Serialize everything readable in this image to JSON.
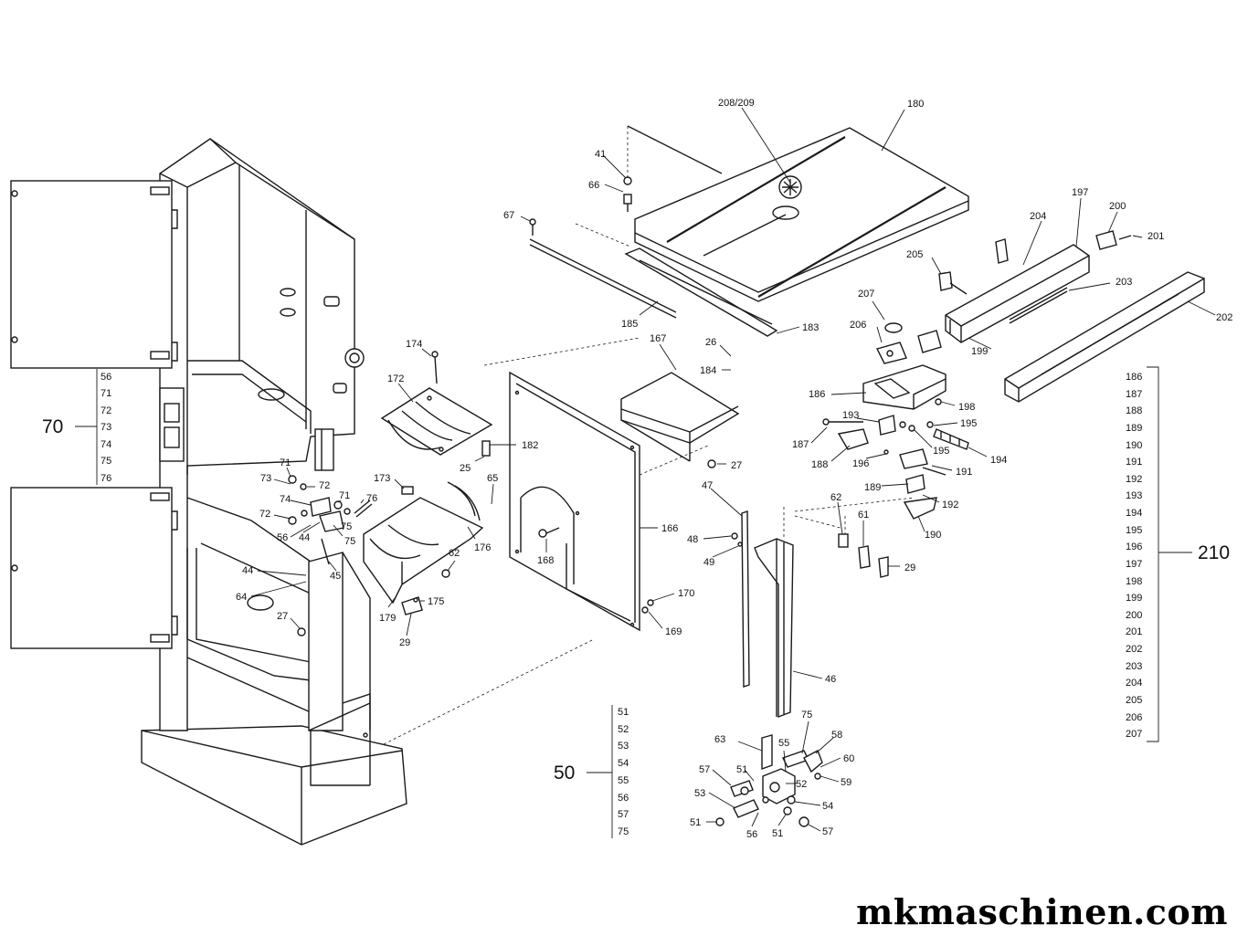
{
  "watermark": "mkmaschinen.com",
  "labels": [
    {
      "id": "l1",
      "text": "208/209"
    },
    {
      "id": "l2",
      "text": "180"
    },
    {
      "id": "l3",
      "text": "41"
    },
    {
      "id": "l4",
      "text": "66"
    },
    {
      "id": "l5",
      "text": "67"
    },
    {
      "id": "l6",
      "text": "185"
    },
    {
      "id": "l7",
      "text": "183"
    },
    {
      "id": "l8",
      "text": "26"
    },
    {
      "id": "l9",
      "text": "184"
    },
    {
      "id": "l10",
      "text": "197"
    },
    {
      "id": "l11",
      "text": "204"
    },
    {
      "id": "l12",
      "text": "200"
    },
    {
      "id": "l13",
      "text": "201"
    },
    {
      "id": "l14",
      "text": "205"
    },
    {
      "id": "l15",
      "text": "203"
    },
    {
      "id": "l16",
      "text": "202"
    },
    {
      "id": "l17",
      "text": "207"
    },
    {
      "id": "l18",
      "text": "206"
    },
    {
      "id": "l19",
      "text": "199"
    },
    {
      "id": "l20",
      "text": "186"
    },
    {
      "id": "l21",
      "text": "198"
    },
    {
      "id": "l22",
      "text": "193"
    },
    {
      "id": "l23",
      "text": "195"
    },
    {
      "id": "l24",
      "text": "187"
    },
    {
      "id": "l25",
      "text": "188"
    },
    {
      "id": "l26",
      "text": "196"
    },
    {
      "id": "l27",
      "text": "195"
    },
    {
      "id": "l28",
      "text": "194"
    },
    {
      "id": "l29",
      "text": "191"
    },
    {
      "id": "l30",
      "text": "189"
    },
    {
      "id": "l31",
      "text": "192"
    },
    {
      "id": "l32",
      "text": "190"
    },
    {
      "id": "l33",
      "text": "62"
    },
    {
      "id": "l34",
      "text": "61"
    },
    {
      "id": "l35",
      "text": "29"
    },
    {
      "id": "l36",
      "text": "167"
    },
    {
      "id": "l37",
      "text": "27"
    },
    {
      "id": "l38",
      "text": "47"
    },
    {
      "id": "l39",
      "text": "48"
    },
    {
      "id": "l40",
      "text": "49"
    },
    {
      "id": "l41",
      "text": "166"
    },
    {
      "id": "l42",
      "text": "168"
    },
    {
      "id": "l43",
      "text": "170"
    },
    {
      "id": "l44",
      "text": "169"
    },
    {
      "id": "l45",
      "text": "46"
    },
    {
      "id": "l46",
      "text": "174"
    },
    {
      "id": "l47",
      "text": "172"
    },
    {
      "id": "l48",
      "text": "182"
    },
    {
      "id": "l49",
      "text": "25"
    },
    {
      "id": "l50",
      "text": "173"
    },
    {
      "id": "l51",
      "text": "65"
    },
    {
      "id": "l52",
      "text": "176"
    },
    {
      "id": "l53",
      "text": "62"
    },
    {
      "id": "l54",
      "text": "175"
    },
    {
      "id": "l55",
      "text": "179"
    },
    {
      "id": "l56",
      "text": "29"
    },
    {
      "id": "l57",
      "text": "71"
    },
    {
      "id": "l58",
      "text": "73"
    },
    {
      "id": "l59",
      "text": "72"
    },
    {
      "id": "l60",
      "text": "71"
    },
    {
      "id": "l61",
      "text": "76"
    },
    {
      "id": "l62",
      "text": "74"
    },
    {
      "id": "l63",
      "text": "72"
    },
    {
      "id": "l64",
      "text": "56"
    },
    {
      "id": "l65",
      "text": "44"
    },
    {
      "id": "l66",
      "text": "75"
    },
    {
      "id": "l67",
      "text": "75"
    },
    {
      "id": "l68",
      "text": "45"
    },
    {
      "id": "l69",
      "text": "44"
    },
    {
      "id": "l70",
      "text": "64"
    },
    {
      "id": "l71",
      "text": "27"
    },
    {
      "id": "l72",
      "text": "63"
    },
    {
      "id": "l73",
      "text": "75"
    },
    {
      "id": "l74",
      "text": "58"
    },
    {
      "id": "l75",
      "text": "55"
    },
    {
      "id": "l76",
      "text": "60"
    },
    {
      "id": "l77",
      "text": "57"
    },
    {
      "id": "l78",
      "text": "51"
    },
    {
      "id": "l79",
      "text": "52"
    },
    {
      "id": "l80",
      "text": "59"
    },
    {
      "id": "l81",
      "text": "53"
    },
    {
      "id": "l82",
      "text": "54"
    },
    {
      "id": "l83",
      "text": "51"
    },
    {
      "id": "l84",
      "text": "56"
    },
    {
      "id": "l85",
      "text": "51"
    },
    {
      "id": "l86",
      "text": "57"
    }
  ],
  "groups": {
    "g70": {
      "number": "70",
      "items": [
        "56",
        "71",
        "72",
        "73",
        "74",
        "75",
        "76"
      ]
    },
    "g50": {
      "number": "50",
      "items": [
        "51",
        "52",
        "53",
        "54",
        "55",
        "56",
        "57",
        "75"
      ]
    },
    "g210": {
      "number": "210",
      "items": [
        "186",
        "187",
        "188",
        "189",
        "190",
        "191",
        "192",
        "193",
        "194",
        "195",
        "196",
        "197",
        "198",
        "199",
        "200",
        "201",
        "202",
        "203",
        "204",
        "205",
        "206",
        "207"
      ]
    }
  }
}
